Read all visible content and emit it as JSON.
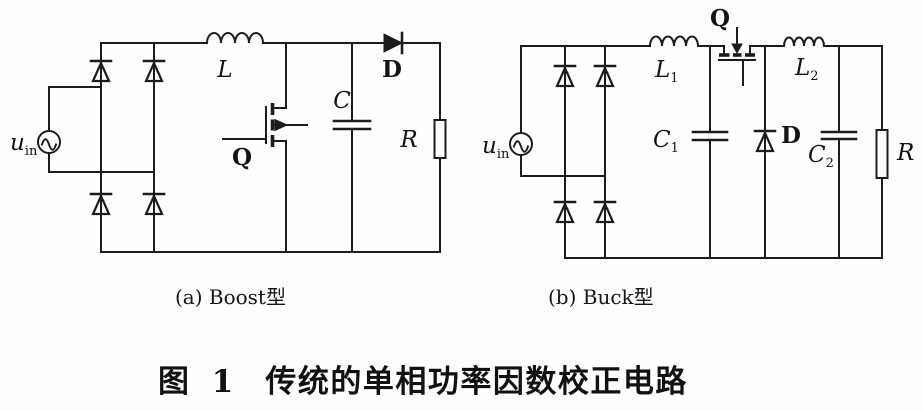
{
  "figure": {
    "title_prefix": "图 1",
    "title": "传统的单相功率因数校正电路",
    "circuit_a": {
      "caption": "(a) Boost型",
      "source": {
        "main": "u",
        "sub": "in"
      },
      "inductor": "L",
      "switch": "Q",
      "capacitor": "C",
      "diode": "D",
      "resistor": "R"
    },
    "circuit_b": {
      "caption": "(b) Buck型",
      "source": {
        "main": "u",
        "sub": "in"
      },
      "inductor1": {
        "main": "L",
        "sub": "1"
      },
      "inductor2": {
        "main": "L",
        "sub": "2"
      },
      "switch": "Q",
      "capacitor1": {
        "main": "C",
        "sub": "1"
      },
      "capacitor2": {
        "main": "C",
        "sub": "2"
      },
      "diode": "D",
      "resistor": "R"
    }
  }
}
